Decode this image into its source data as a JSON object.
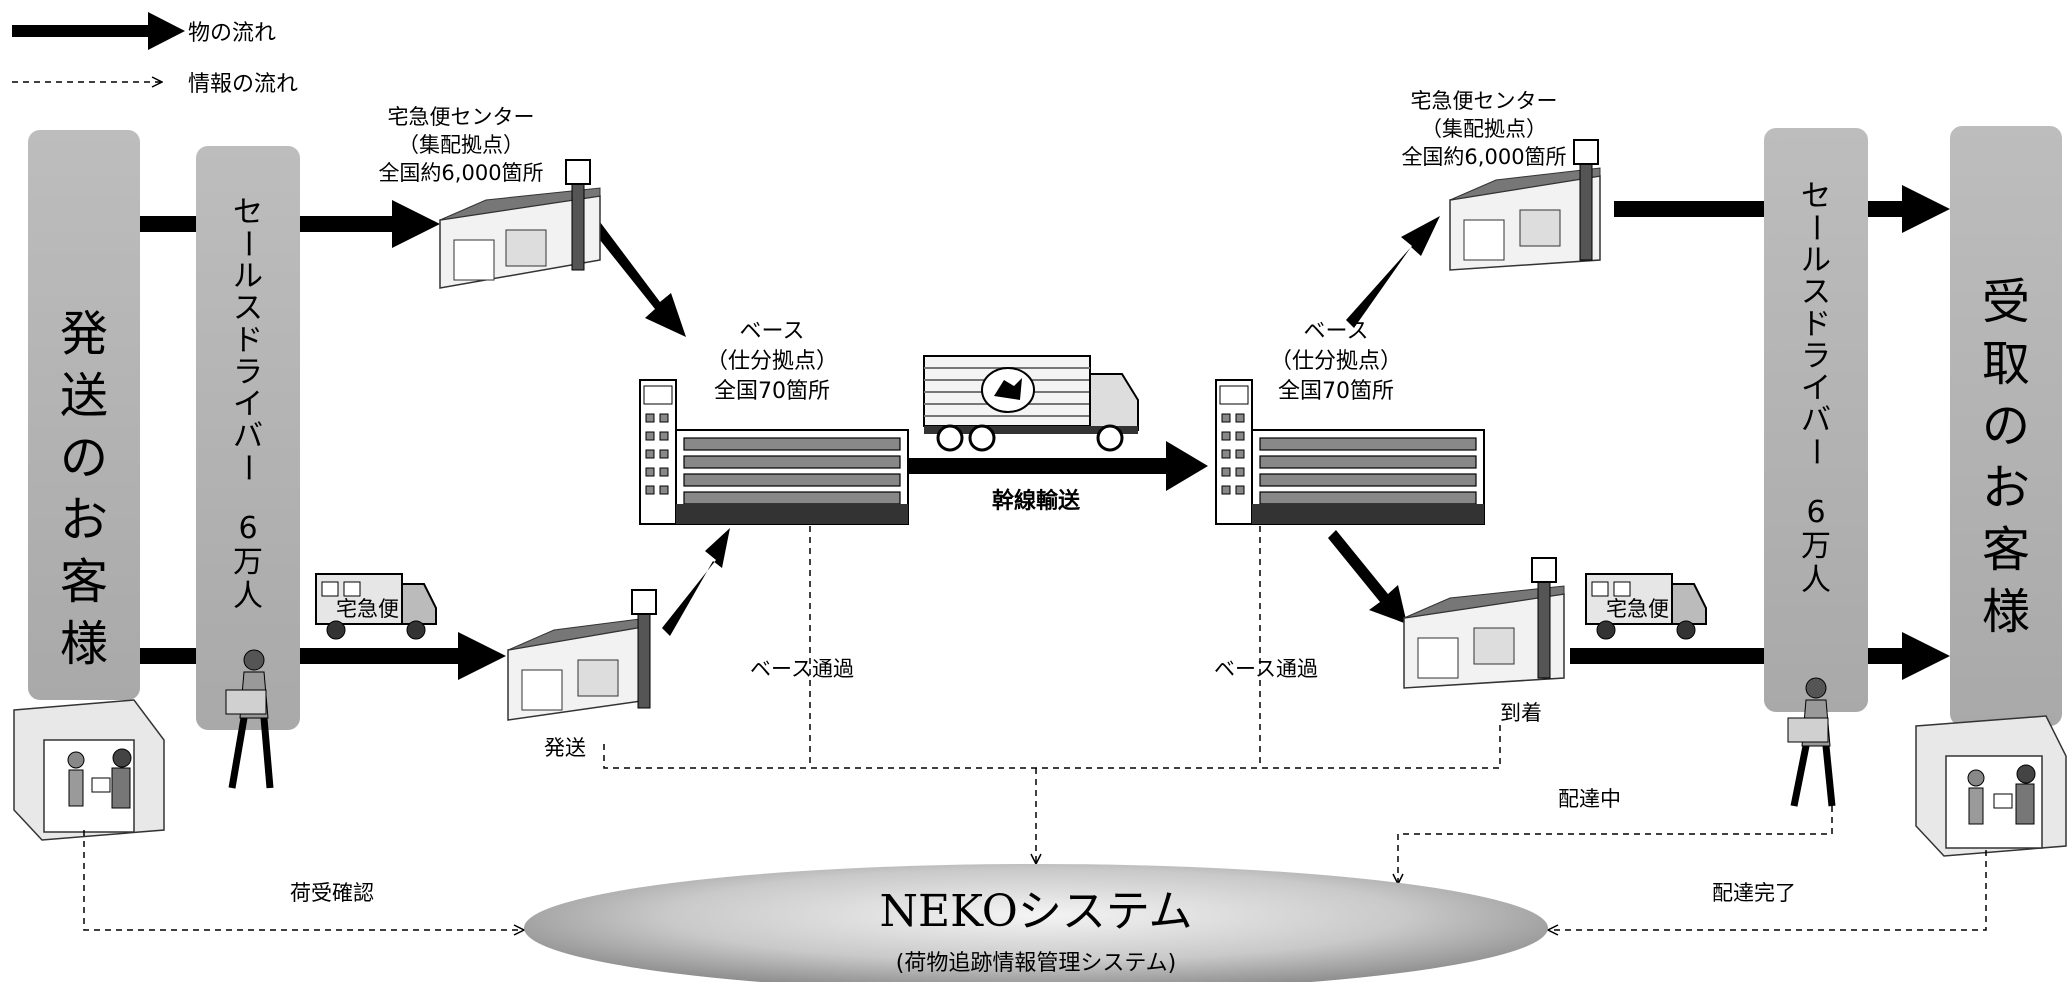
{
  "legend": {
    "goods_flow": "物の流れ",
    "info_flow": "情報の流れ"
  },
  "sender": {
    "label": "発送のお客様"
  },
  "receiver": {
    "label": "受取のお客様"
  },
  "drivers_left": {
    "label": "セールスドライバー",
    "count_digit": "6",
    "count_rest": "万人"
  },
  "drivers_right": {
    "label": "セールスドライバー",
    "count_digit": "6",
    "count_rest": "万人"
  },
  "center_left": {
    "line1": "宅急便センター",
    "line2": "（集配拠点）",
    "line3": "全国約6,000箇所"
  },
  "center_right": {
    "line1": "宅急便センター",
    "line2": "（集配拠点）",
    "line3": "全国約6,000箇所"
  },
  "base_left": {
    "line1": "ベース",
    "line2": "（仕分拠点）",
    "line3": "全国70箇所"
  },
  "base_right": {
    "line1": "ベース",
    "line2": "（仕分拠点）",
    "line3": "全国70箇所"
  },
  "trunk": {
    "label": "幹線輸送"
  },
  "van": {
    "text": "宅急便"
  },
  "events": {
    "dispatch": "発送",
    "base_pass_left": "ベース通過",
    "base_pass_right": "ベース通過",
    "arrival": "到着",
    "delivering": "配達中",
    "pickup_confirm": "荷受確認",
    "delivery_done": "配達完了"
  },
  "system": {
    "name": "NEKOシステム",
    "subtitle": "(荷物追跡情報管理システム)"
  },
  "colors": {
    "pillar_gray": "#b3b3b3",
    "ellipse_center": "#efefef",
    "ellipse_edge": "#8f8f8f",
    "arrow": "#000000"
  }
}
